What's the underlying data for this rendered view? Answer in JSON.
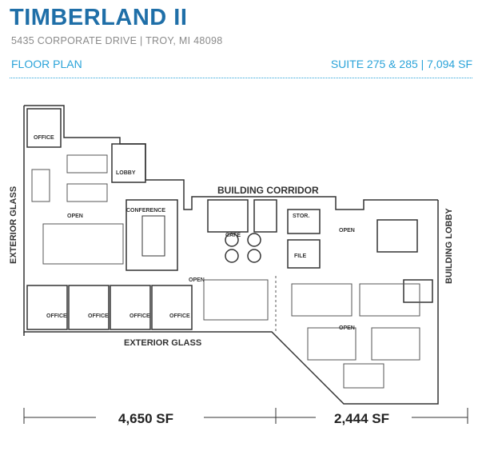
{
  "header": {
    "title": "TIMBERLAND II",
    "address": "5435 CORPORATE DRIVE | TROY, MI 48098",
    "floor_plan_label": "FLOOR PLAN",
    "suite_info": "SUITE 275 & 285 | 7,094 SF"
  },
  "plan": {
    "labels": {
      "exterior_glass_left": "EXTERIOR GLASS",
      "exterior_glass_bottom": "EXTERIOR GLASS",
      "building_corridor": "BUILDING CORRIDOR",
      "building_lobby": "BUILDING LOBBY",
      "office_top": "OFFICE",
      "lobby": "LOBBY",
      "open_215": "OPEN",
      "conference": "CONFERENCE",
      "cafe": "CAFE",
      "stor": "STOR.",
      "file": "FILE",
      "open_206": "OPEN",
      "open_209": "OPEN",
      "open_207": "OPEN",
      "office_1": "OFFICE",
      "office_2": "OFFICE",
      "office_3": "OFFICE",
      "office_4": "OFFICE"
    },
    "areas": {
      "left": "4,650 SF",
      "right": "2,444 SF"
    }
  }
}
